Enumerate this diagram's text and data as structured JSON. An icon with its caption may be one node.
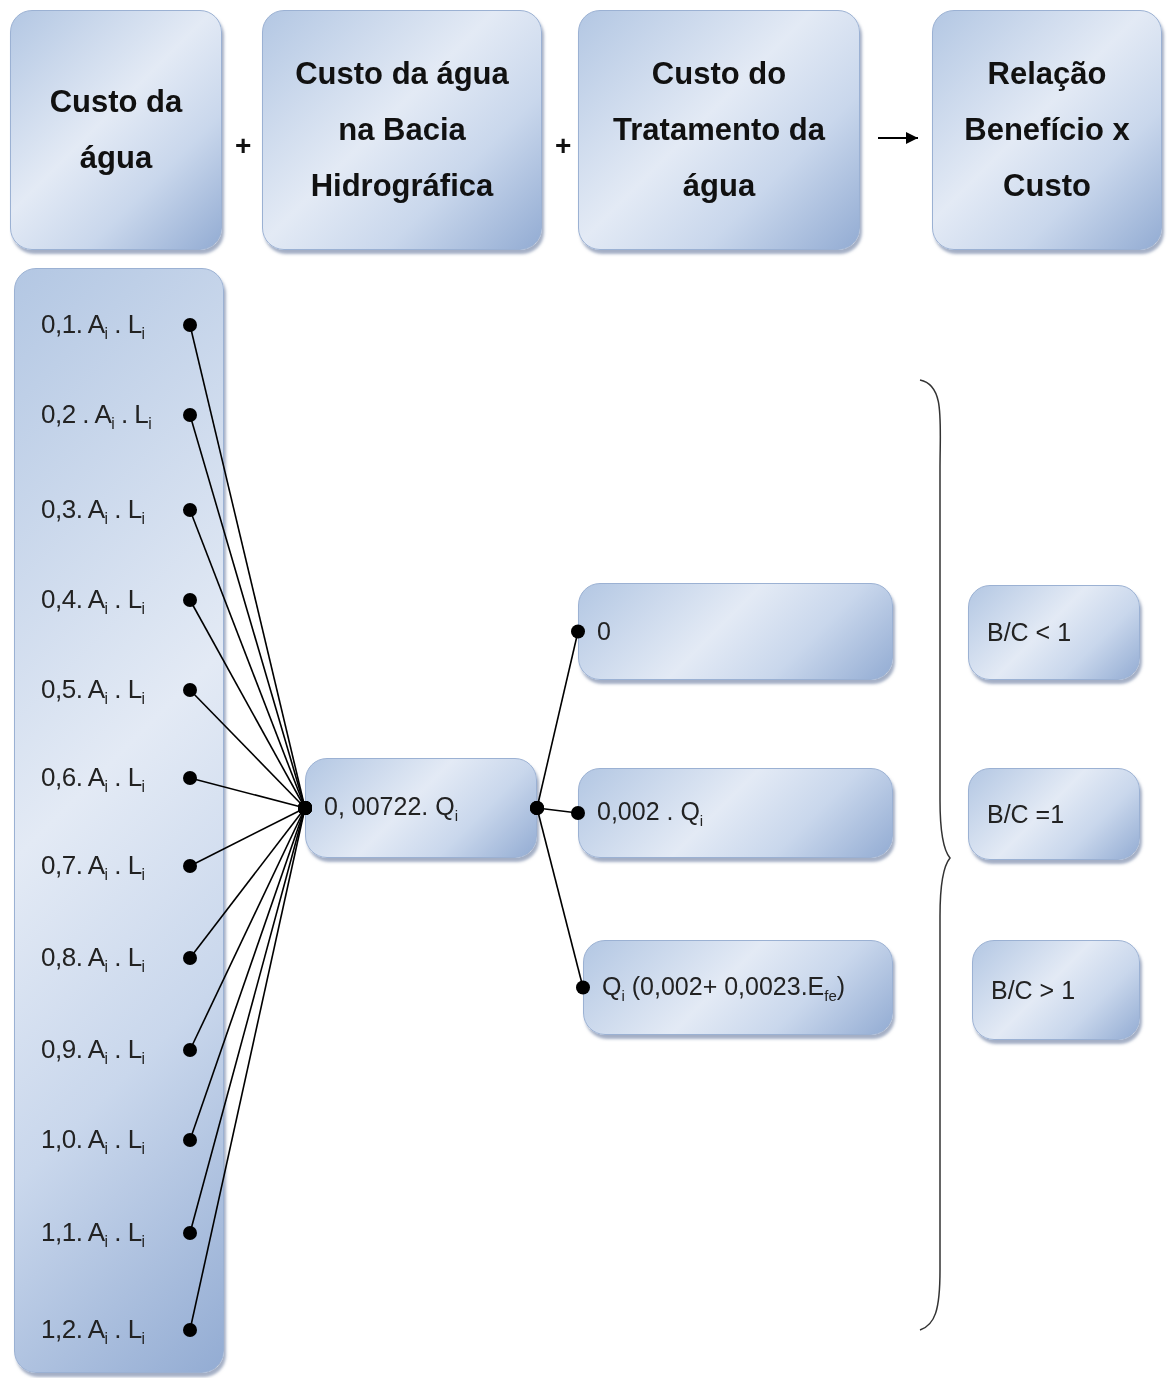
{
  "diagram": {
    "nodes": [
      {
        "text": [
          "Custo da água"
        ]
      },
      {
        "text": [
          "Custo da água na Bacia Hidrográfica"
        ]
      },
      {
        "text": [
          "Custo do Tratamento da água"
        ]
      },
      {
        "text": [
          "Relação Benefício x Custo"
        ]
      },
      {
        "text": [],
        "shape": "box"
      },
      {
        "text": [
          "0,1. A$_{i}$ . L$_{i}$"
        ],
        "in": 4
      },
      {
        "text": [
          "0,2 . A$_{i}$ . L$_{i}$"
        ],
        "in": 4
      },
      {
        "text": [
          "0,3. A$_{i}$ . L$_{i}$"
        ],
        "in": 4
      },
      {
        "text": [
          "0,4. A$_{i}$ . L$_{i}$"
        ],
        "in": 4
      },
      {
        "text": [
          "0,5. A$_{i}$ . L$_{i}$"
        ],
        "in": 4
      },
      {
        "text": [
          "0,6. A$_{i}$ . L$_{i}$"
        ],
        "in": 4
      },
      {
        "text": [
          "0,7. A$_{i}$ . L$_{i}$"
        ],
        "in": 4
      },
      {
        "text": [
          "0,8. A$_{i}$ . L$_{i}$"
        ],
        "in": 4
      },
      {
        "text": [
          "0,9. A$_{i}$ . L$_{i}$"
        ],
        "in": 4
      },
      {
        "text": [
          "1,0. A$_{i}$ . L$_{i}$"
        ],
        "in": 4
      },
      {
        "text": [
          "1,1. A$_{i}$ . L$_{i}$"
        ],
        "in": 4
      },
      {
        "text": [
          "1,2. A$_{i}$ . L$_{i}$"
        ],
        "in": 4
      },
      {
        "text": [
          "0, 00722. Q$_{i}$"
        ]
      },
      {
        "text": [
          "0"
        ]
      },
      {
        "text": [
          "0,002 . Q$_{i}$"
        ]
      },
      {
        "text": [
          "Q$_{i}$ (0,002+ 0,0023.E$_{fe}$)"
        ]
      },
      {
        "text": [
          "B/C < 1"
        ]
      },
      {
        "text": [
          "B/C =1"
        ]
      },
      {
        "text": [
          "B/C > 1"
        ]
      }
    ],
    "edges": [
      {
        "from": 2,
        "to": 3,
        "arrow": "to"
      },
      {
        "from": 5,
        "to": 17,
        "arrow": "other"
      },
      {
        "from": 6,
        "to": 17,
        "arrow": "other"
      },
      {
        "from": 7,
        "to": 17,
        "arrow": "other"
      },
      {
        "from": 8,
        "to": 17,
        "arrow": "other"
      },
      {
        "from": 9,
        "to": 17,
        "arrow": "other"
      },
      {
        "from": 10,
        "to": 17,
        "arrow": "other"
      },
      {
        "from": 11,
        "to": 17,
        "arrow": "other"
      },
      {
        "from": 12,
        "to": 17,
        "arrow": "other"
      },
      {
        "from": 13,
        "to": 17,
        "arrow": "other"
      },
      {
        "from": 14,
        "to": 17,
        "arrow": "other"
      },
      {
        "from": 15,
        "to": 17,
        "arrow": "other"
      },
      {
        "from": 16,
        "to": 17,
        "arrow": "other"
      },
      {
        "from": 17,
        "to": 18,
        "arrow": "other"
      },
      {
        "from": 17,
        "to": 19,
        "arrow": "other"
      },
      {
        "from": 17,
        "to": 20,
        "arrow": "other"
      }
    ],
    "labels": [
      "+",
      "+"
    ]
  }
}
